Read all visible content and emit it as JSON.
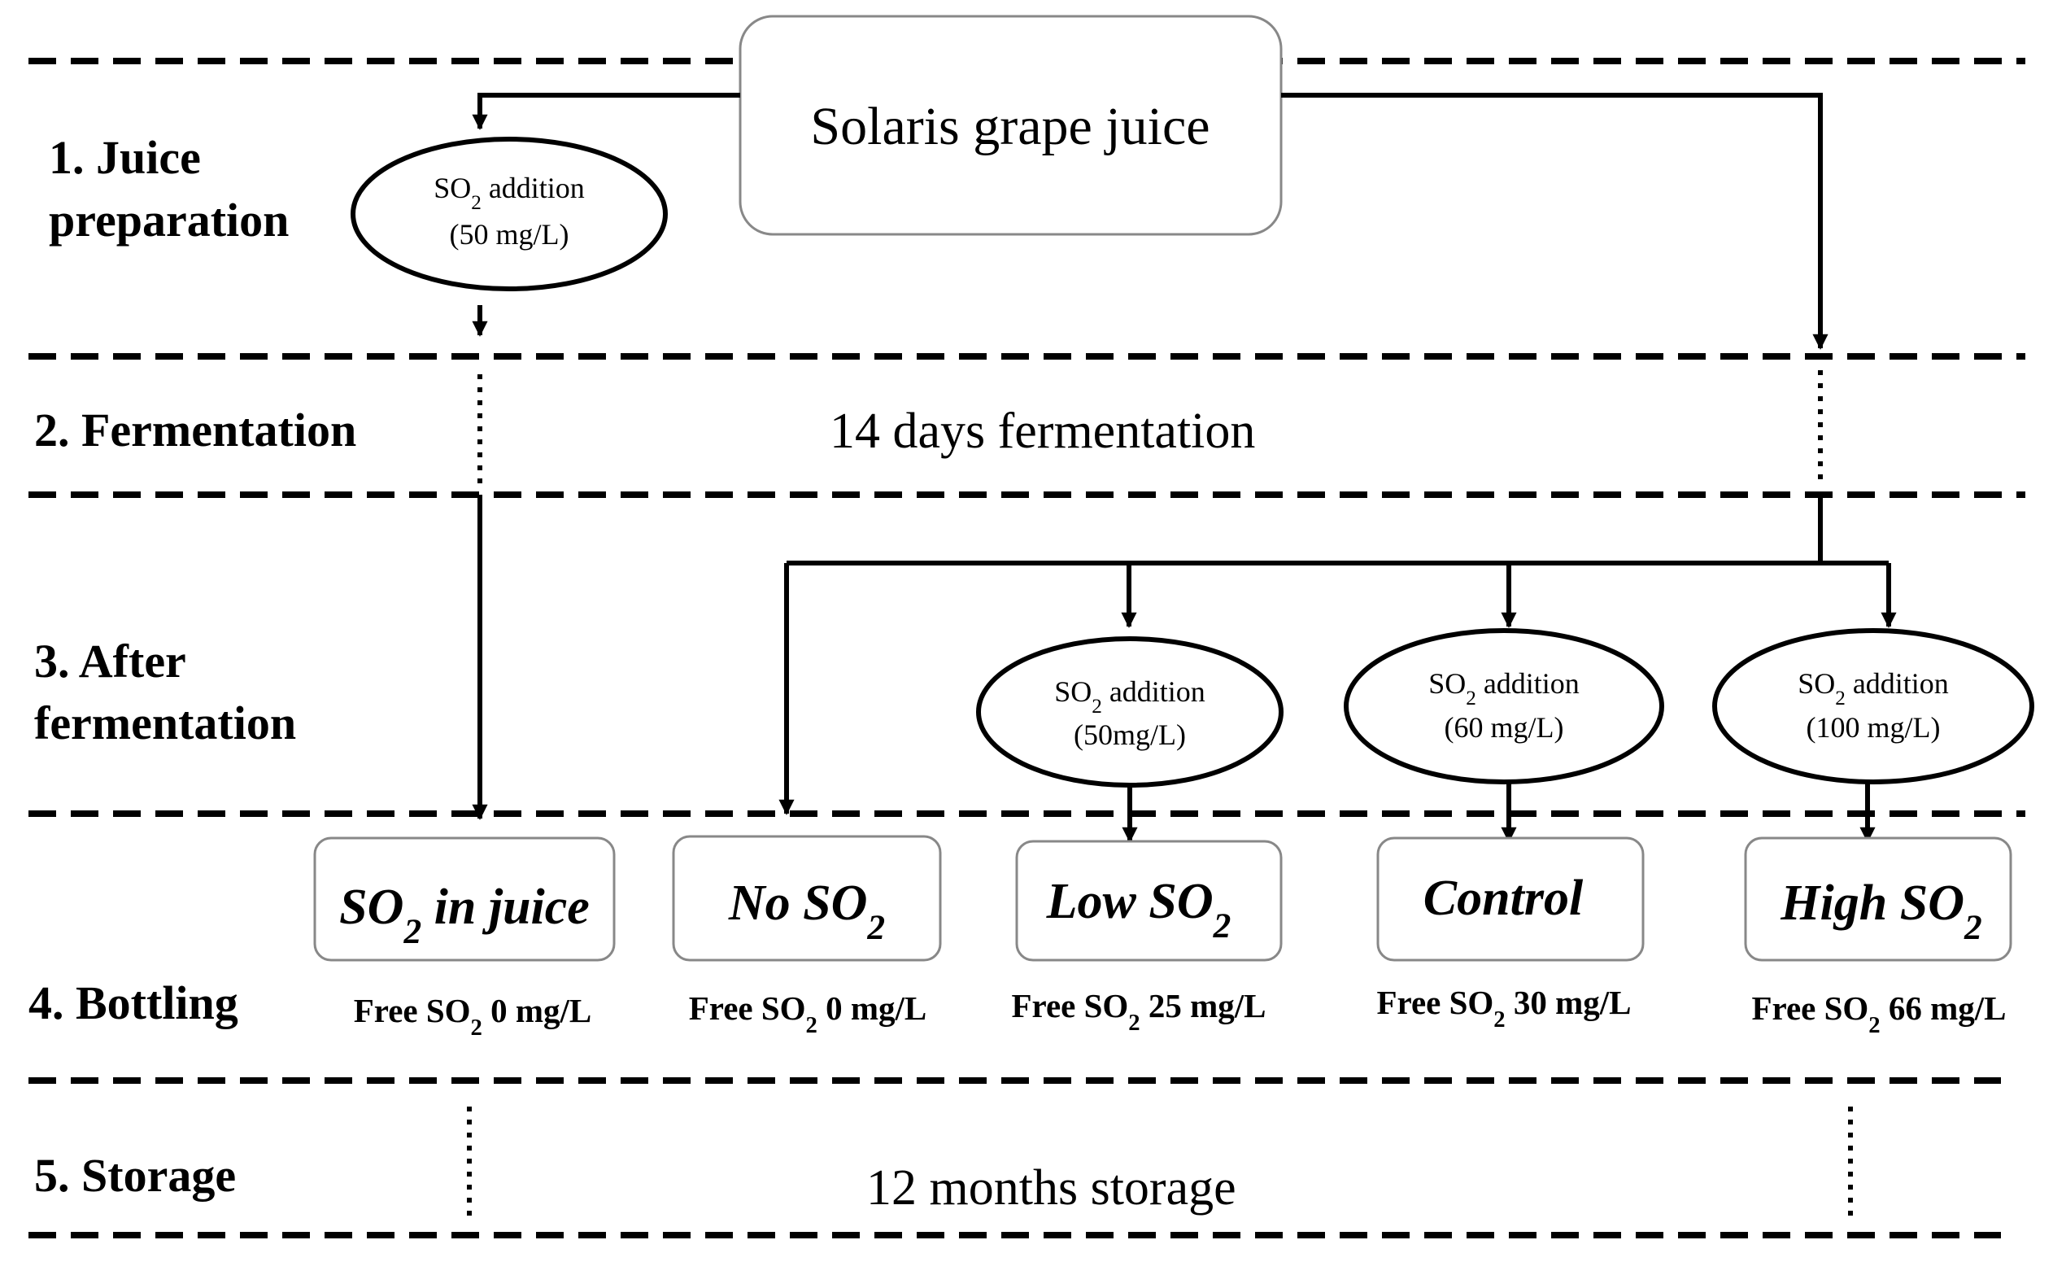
{
  "stages": {
    "juice_line1": "1. Juice",
    "juice_line2": "preparation",
    "fermentation": "2. Fermentation",
    "after_line1": "3. After",
    "after_line2": "fermentation",
    "bottling": "4. Bottling",
    "storage": "5. Storage"
  },
  "source": {
    "title": "Solaris grape juice"
  },
  "juice_ellipse": {
    "pre": "SO",
    "sub": "2",
    "post": " addition",
    "amount": "(50 mg/L)"
  },
  "fermentation_text": "14 days fermentation",
  "storage_text": "12 months storage",
  "treatments": [
    {
      "label_pre": "SO",
      "label_sub": "2",
      "label_post": " in juice",
      "free_pre": "Free SO",
      "free_sub": "2",
      "free_post": " 0 mg/L"
    },
    {
      "label_pre": "No SO",
      "label_sub": "2",
      "label_post": "",
      "free_pre": "Free SO",
      "free_sub": "2",
      "free_post": " 0 mg/L"
    },
    {
      "label_pre": "Low SO",
      "label_sub": "2",
      "label_post": "",
      "free_pre": "Free SO",
      "free_sub": "2",
      "free_post": " 25 mg/L",
      "addition": {
        "pre": "SO",
        "sub": "2",
        "post": " addition",
        "amount": "(50mg/L)"
      }
    },
    {
      "label_pre": "Control",
      "label_sub": "",
      "label_post": "",
      "free_pre": "Free SO",
      "free_sub": "2",
      "free_post": "  30 mg/L",
      "addition": {
        "pre": "SO",
        "sub": "2",
        "post": " addition",
        "amount": "(60 mg/L)"
      }
    },
    {
      "label_pre": "High SO",
      "label_sub": "2",
      "label_post": "",
      "free_pre": "Free SO",
      "free_sub": "2",
      "free_post": "  66 mg/L",
      "addition": {
        "pre": "SO",
        "sub": "2",
        "post": " addition",
        "amount": "(100 mg/L)"
      }
    }
  ]
}
